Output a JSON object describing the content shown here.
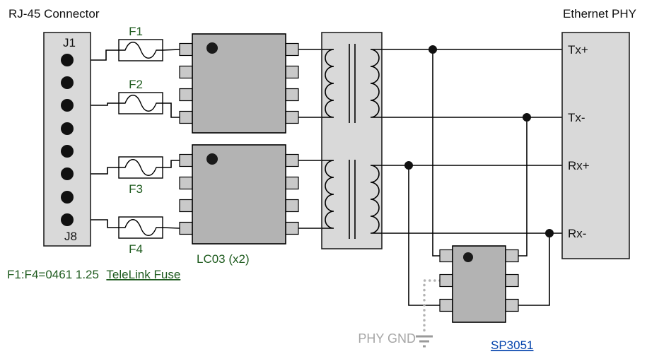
{
  "diagram": {
    "titles": {
      "left": "RJ-45 Connector",
      "right": "Ethernet PHY"
    },
    "connector": {
      "top_pin": "J1",
      "bottom_pin": "J8"
    },
    "fuses": {
      "f1": "F1",
      "f2": "F2",
      "f3": "F3",
      "f4": "F4"
    },
    "chips": {
      "lc03": "LC03 (x2)",
      "sp3051": "SP3051"
    },
    "phy": {
      "pins": {
        "txp": "Tx+",
        "txm": "Tx-",
        "rxp": "Rx+",
        "rxm": "Rx-"
      }
    },
    "notes": {
      "fuse_prefix": "F1:F4=0461 1.25",
      "fuse_link": "TeleLink Fuse",
      "phy_gnd": "PHY GND"
    },
    "colors": {
      "green_text": "#1e5b1e",
      "blue_link": "#0645ad",
      "gray_text": "#a6a6a6",
      "box_fill": "#d9d9d9",
      "chip_fill": "#b3b3b3",
      "stub_fill": "#c9c9c9",
      "wire": "#000000",
      "ground_gray": "#9a9a9a"
    }
  }
}
